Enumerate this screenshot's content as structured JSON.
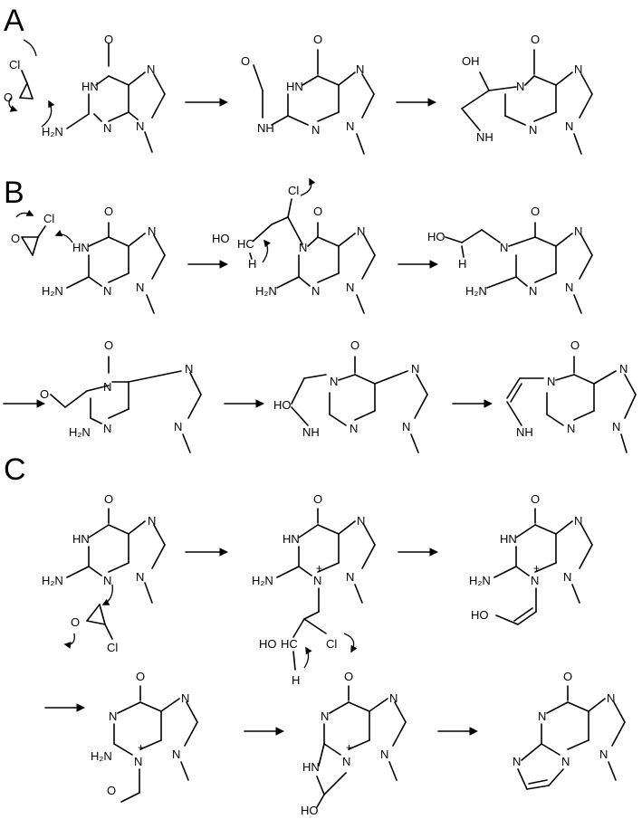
{
  "panels": [
    {
      "label": "A"
    },
    {
      "label": "B"
    },
    {
      "label": "C"
    }
  ],
  "atoms": {
    "O": "O",
    "N": "N",
    "H": "H",
    "Cl": "Cl",
    "HN": "HN",
    "NH": "NH",
    "OH": "OH",
    "HO": "HO",
    "H2N": "H₂N",
    "HC": "HC",
    "plus": "+"
  },
  "colors": {
    "ink": "#000000",
    "background": "#ffffff"
  }
}
